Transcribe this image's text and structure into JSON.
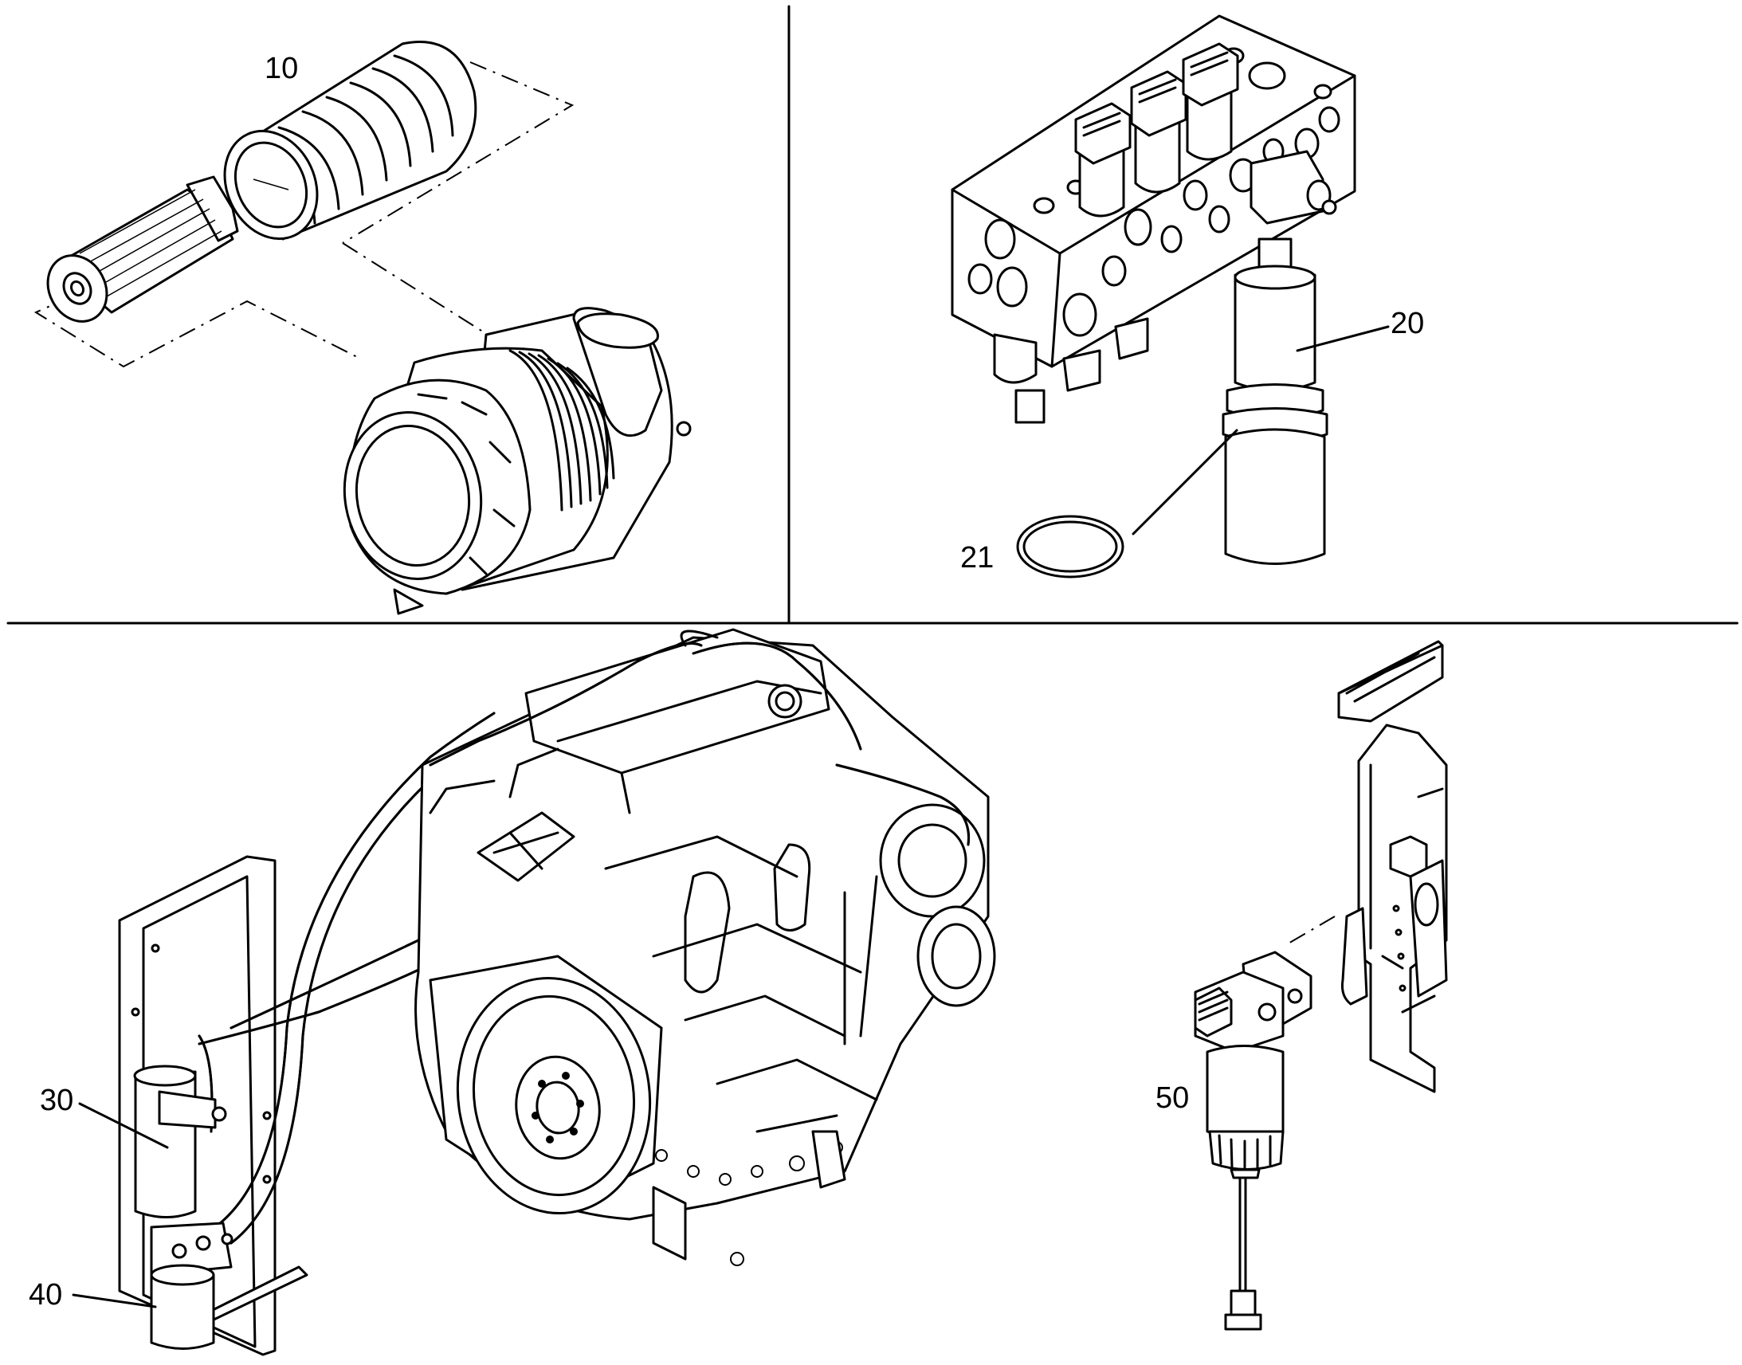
{
  "callouts": {
    "c10": "10",
    "c20": "20",
    "c21": "21",
    "c30": "30",
    "c40": "40",
    "c50": "50"
  },
  "colors": {
    "line": "#000000",
    "background": "#ffffff"
  }
}
